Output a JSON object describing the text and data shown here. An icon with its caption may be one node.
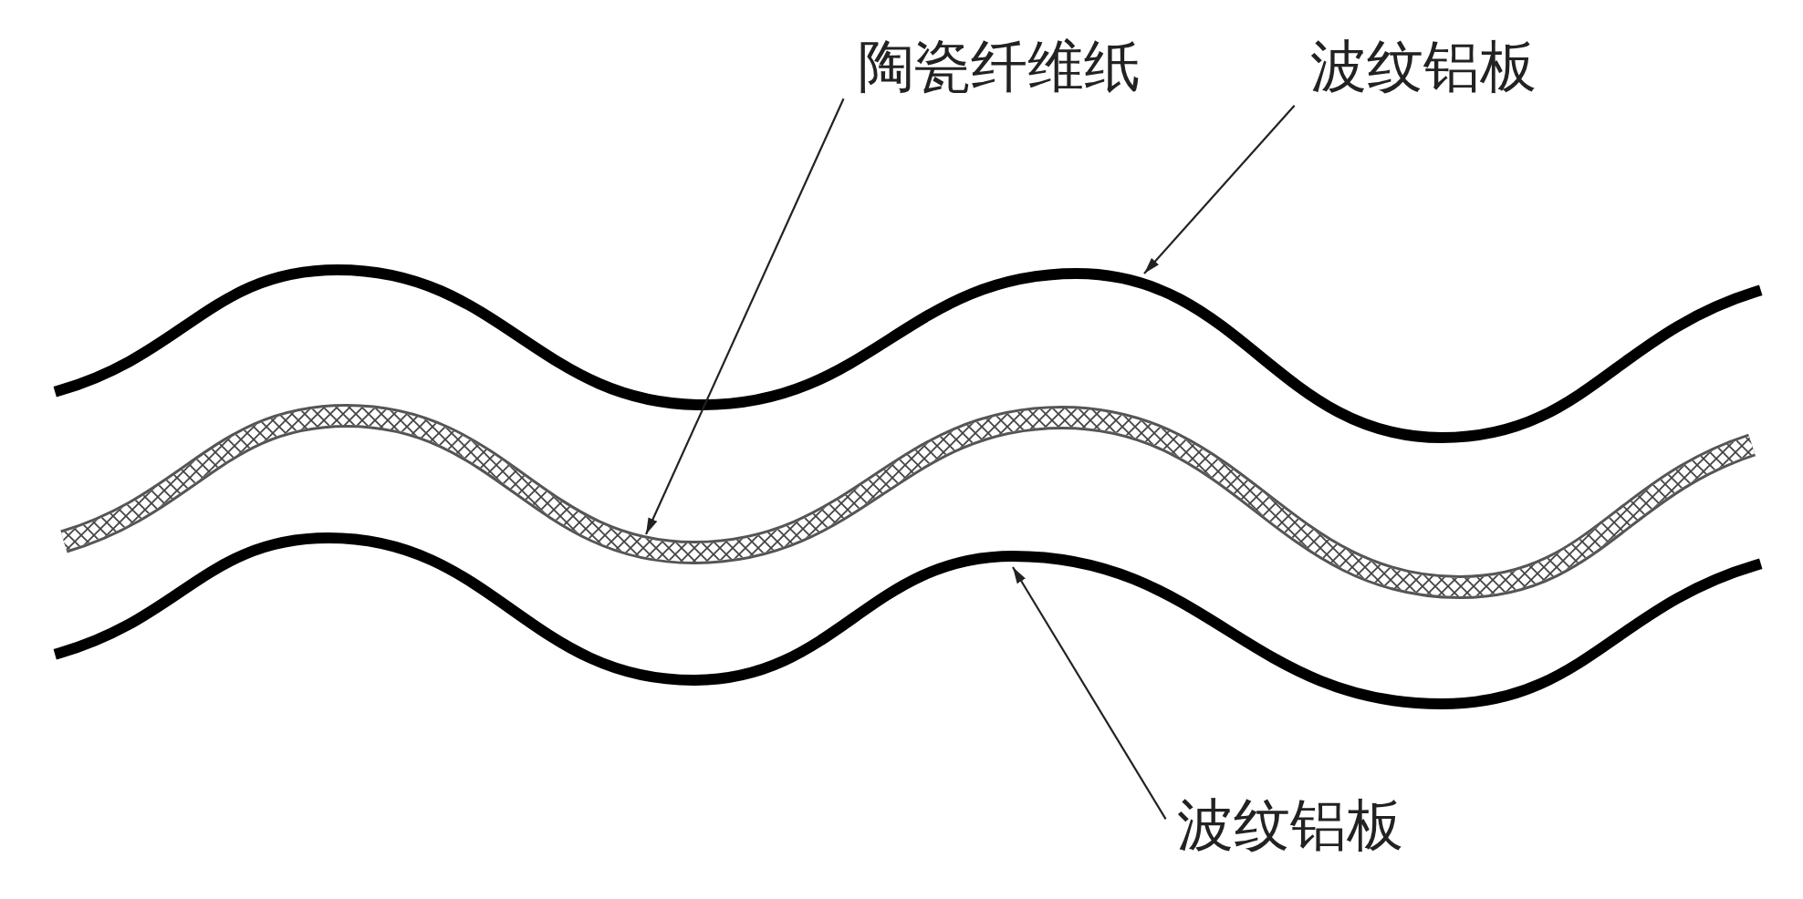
{
  "diagram": {
    "nodes": [
      {
        "text": [
          "陶瓷纤维纸"
        ]
      },
      {
        "text": [
          "波纹铝板"
        ]
      },
      {
        "text": [
          "波纹铝板"
        ]
      },
      {
        "text": [],
        "shape": "bar"
      },
      {
        "text": [],
        "shape": "bar"
      },
      {
        "text": [],
        "shape": "bar"
      }
    ],
    "edges": [
      {
        "from": 0,
        "to": 4,
        "arrow": "to"
      },
      {
        "from": 1,
        "to": 3,
        "arrow": "to"
      },
      {
        "from": 2,
        "to": 5,
        "arrow": "to"
      }
    ]
  }
}
